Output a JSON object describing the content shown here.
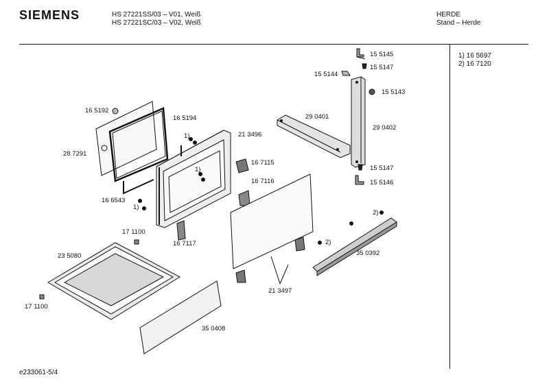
{
  "header": {
    "brand": "SIEMENS",
    "model_line_1": "HS 27221SS/03 – V01, Weiß",
    "model_line_2": "HS 27221SC/03 – V02, Weiß",
    "category": "HERDE",
    "subcategory": "Stand – Herde"
  },
  "notes": [
    "1) 16 5697",
    "2) 16 7120"
  ],
  "footer": "e233061-5/4",
  "part_labels": {
    "p155145": "15 5145",
    "p155147a": "15 5147",
    "p155144": "15 5144",
    "p155143": "15 5143",
    "p290401": "29 0401",
    "p290402": "29 0402",
    "p155147b": "15 5147",
    "p155146": "15 5146",
    "p165192": "16 5192",
    "p165194": "16 5194",
    "p287291": "28 7291",
    "p213496": "21 3496",
    "p167115": "16 7115",
    "p167116": "16 7116",
    "fn1a": "1)",
    "fn1b": "1)",
    "fn1c": "1)",
    "p166543": "16 6543",
    "p171100a": "17 1100",
    "p167117": "16 7117",
    "p235080": "23 5080",
    "p171100b": "17 1100",
    "p213497": "21 3497",
    "p350392": "35 0392",
    "fn2a": "2)",
    "fn2b": "2)",
    "p350408": "35 0408"
  }
}
